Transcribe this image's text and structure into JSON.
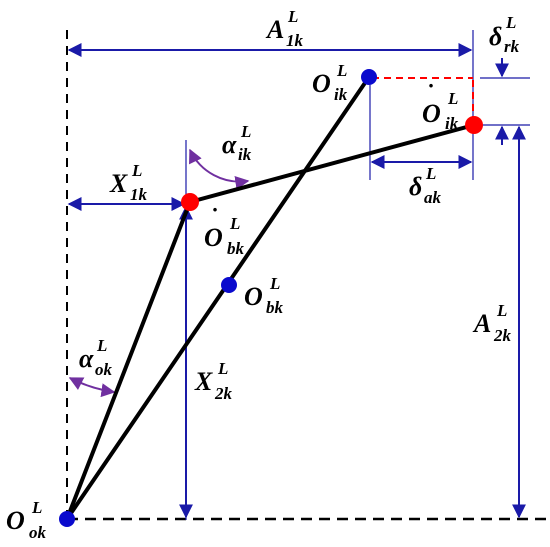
{
  "labels": {
    "A1k": {
      "base": "A",
      "sup": "L",
      "sub": "1k"
    },
    "deltark": {
      "base": "δ",
      "sup": "L",
      "sub": "rk"
    },
    "Oik": {
      "base": "O",
      "sup": "L",
      "sub": "ik"
    },
    "Oik_dot": {
      "base": "O",
      "sup": "L",
      "sub": "ik",
      "dot": "˙"
    },
    "alphaik": {
      "base": "α",
      "sup": "L",
      "sub": "ik"
    },
    "X1k": {
      "base": "X",
      "sup": "L",
      "sub": "1k"
    },
    "deltaak": {
      "base": "δ",
      "sup": "L",
      "sub": "ak"
    },
    "Obk_dot": {
      "base": "O",
      "sup": "L",
      "sub": "bk",
      "dot": "˙"
    },
    "Obk": {
      "base": "O",
      "sup": "L",
      "sub": "bk"
    },
    "A2k": {
      "base": "A",
      "sup": "L",
      "sub": "2k"
    },
    "alphaok": {
      "base": "α",
      "sup": "L",
      "sub": "ok"
    },
    "X2k": {
      "base": "X",
      "sup": "L",
      "sub": "2k"
    },
    "Ook": {
      "base": "O",
      "sup": "L",
      "sub": "ok"
    }
  },
  "colors": {
    "dimension": "#1a1aa8",
    "angle": "#7030a0",
    "joint_red": "#ff0000",
    "joint_blue": "#0a0acd",
    "dashed_red": "#ff0000",
    "link": "#000000"
  }
}
